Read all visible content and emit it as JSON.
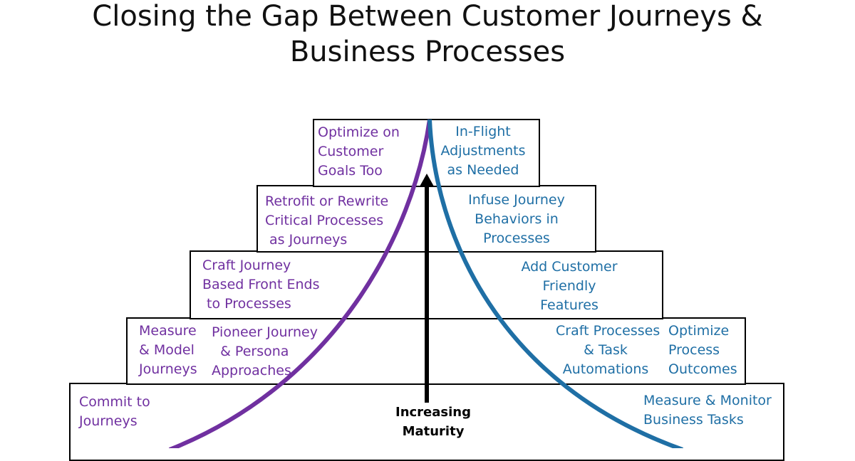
{
  "title": {
    "line1": "Closing the Gap Between Customer Journeys &",
    "line2": "Business Processes"
  },
  "colors": {
    "journey": "#7030a0",
    "process": "#1f6fa5",
    "arrow": "#000000"
  },
  "levels": [
    {
      "level": 1,
      "journey": [
        "Commit to\nJourneys"
      ],
      "process": [
        "Measure & Monitor\nBusiness Tasks"
      ]
    },
    {
      "level": 2,
      "journey": [
        "Measure\n& Model\nJourneys",
        "Pioneer Journey\n  & Persona\nApproaches"
      ],
      "process": [
        "Craft Processes\n& Task\nAutomations",
        "Optimize\nProcess\nOutcomes"
      ]
    },
    {
      "level": 3,
      "journey": [
        "Craft Journey\nBased Front Ends\n to Processes"
      ],
      "process": [
        "Add Customer\nFriendly\nFeatures"
      ]
    },
    {
      "level": 4,
      "journey": [
        "Retrofit or Rewrite\nCritical Processes\n as Journeys"
      ],
      "process": [
        "Infuse Journey\nBehaviors in\nProcesses"
      ]
    },
    {
      "level": 5,
      "journey": [
        "Optimize on\nCustomer\nGoals Too"
      ],
      "process": [
        "In-Flight\nAdjustments\nas Needed"
      ]
    }
  ],
  "axis_label": "Increasing\nMaturity"
}
